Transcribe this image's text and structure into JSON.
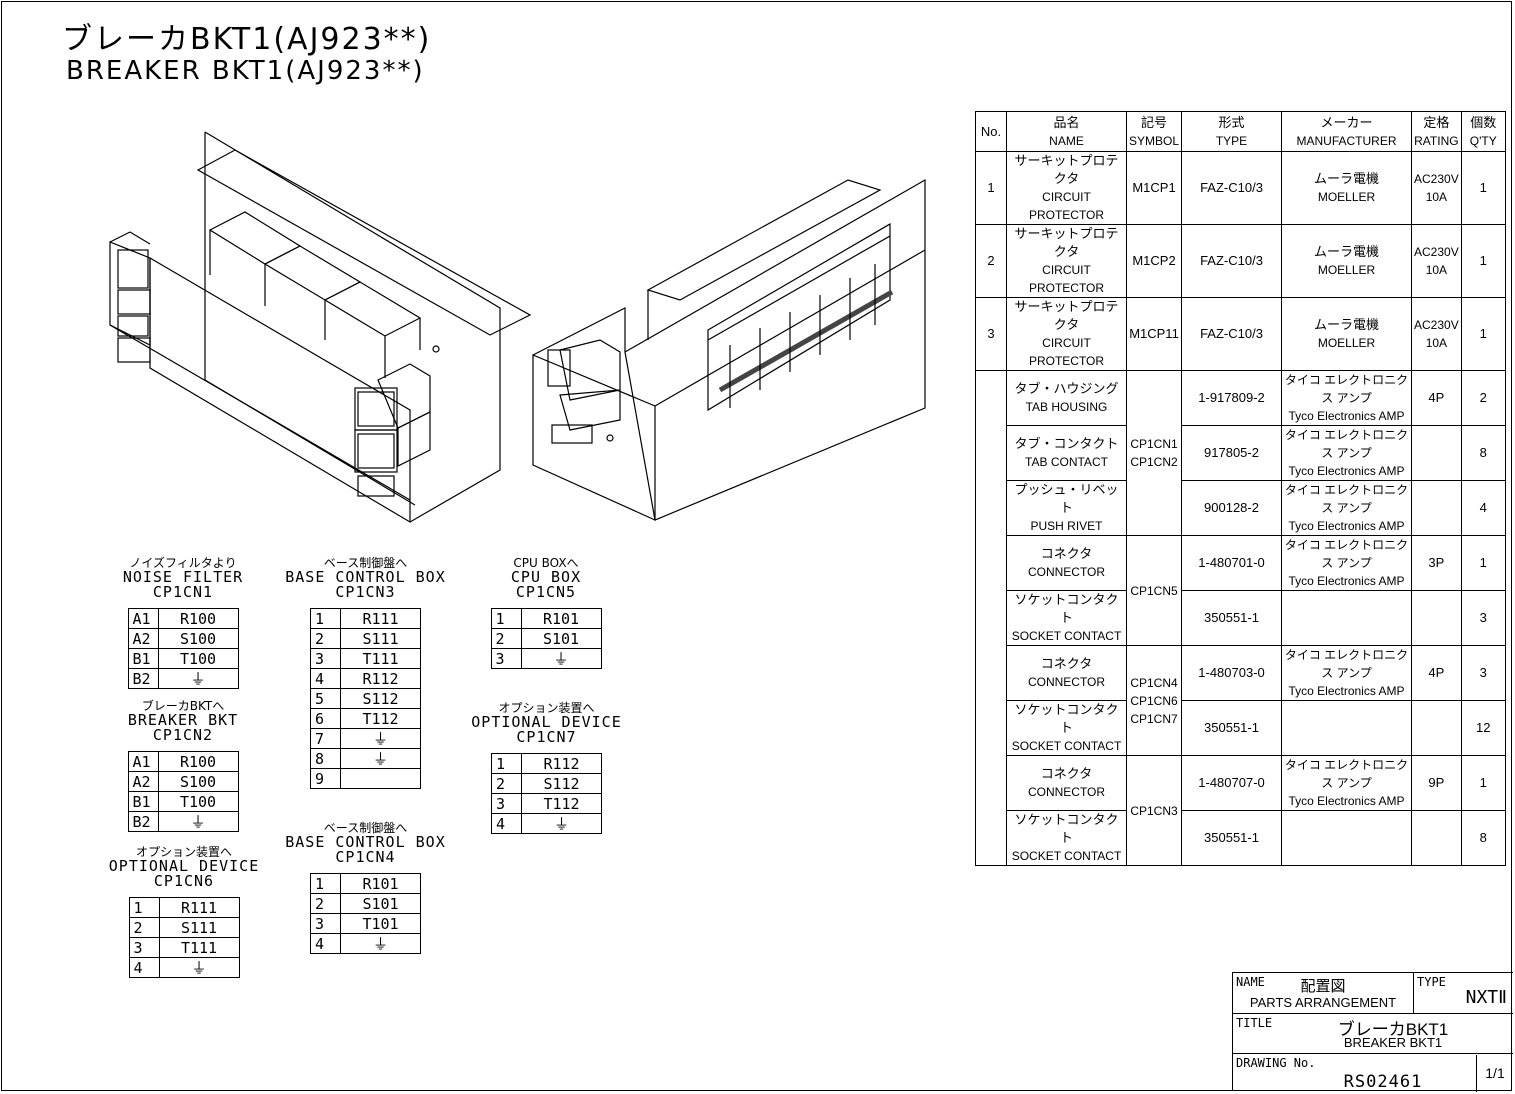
{
  "title": {
    "jp": "ブレーカBKT1(AJ923**)",
    "en": "BREAKER BKT1(AJ923**)"
  },
  "parts_table": {
    "headers": {
      "no": "No.",
      "name_jp": "品名",
      "name_en": "NAME",
      "symbol_jp": "記号",
      "symbol_en": "SYMBOL",
      "type_jp": "形式",
      "type_en": "TYPE",
      "maker_jp": "メーカー",
      "maker_en": "MANUFACTURER",
      "rating_jp": "定格",
      "rating_en": "RATING",
      "qty_jp": "個数",
      "qty_en": "Q'TY"
    },
    "rows": [
      {
        "no": "1",
        "name_jp": "サーキットプロテクタ",
        "name_en": "CIRCUIT PROTECTOR",
        "symbol": "M1CP1",
        "type": "FAZ-C10/3",
        "maker_jp": "ムーラ電機",
        "maker_en": "MOELLER",
        "rating1": "AC230V",
        "rating2": "10A",
        "qty": "1"
      },
      {
        "no": "2",
        "name_jp": "サーキットプロテクタ",
        "name_en": "CIRCUIT PROTECTOR",
        "symbol": "M1CP2",
        "type": "FAZ-C10/3",
        "maker_jp": "ムーラ電機",
        "maker_en": "MOELLER",
        "rating1": "AC230V",
        "rating2": "10A",
        "qty": "1"
      },
      {
        "no": "3",
        "name_jp": "サーキットプロテクタ",
        "name_en": "CIRCUIT PROTECTOR",
        "symbol": "M1CP11",
        "type": "FAZ-C10/3",
        "maker_jp": "ムーラ電機",
        "maker_en": "MOELLER",
        "rating1": "AC230V",
        "rating2": "10A",
        "qty": "1"
      }
    ],
    "groups": [
      {
        "symbol": "CP1CN1 CP1CN2",
        "items": [
          {
            "name_jp": "タブ・ハウジング",
            "name_en": "TAB HOUSING",
            "type": "1-917809-2",
            "maker_jp": "タイコ エレクトロニクス アンプ",
            "maker_en": "Tyco Electronics AMP",
            "rating": "4P",
            "qty": "2"
          },
          {
            "name_jp": "タブ・コンタクト",
            "name_en": "TAB CONTACT",
            "type": "917805-2",
            "maker_jp": "タイコ エレクトロニクス アンプ",
            "maker_en": "Tyco Electronics AMP",
            "rating": "",
            "qty": "8"
          },
          {
            "name_jp": "プッシュ・リベット",
            "name_en": "PUSH RIVET",
            "type": "900128-2",
            "maker_jp": "タイコ エレクトロニクス アンプ",
            "maker_en": "Tyco Electronics AMP",
            "rating": "",
            "qty": "4"
          }
        ]
      },
      {
        "symbol": "CP1CN5",
        "items": [
          {
            "name_jp": "コネクタ",
            "name_en": "CONNECTOR",
            "type": "1-480701-0",
            "maker_jp": "タイコ エレクトロニクス アンプ",
            "maker_en": "Tyco Electronics AMP",
            "rating": "3P",
            "qty": "1"
          },
          {
            "name_jp": "ソケットコンタクト",
            "name_en": "SOCKET CONTACT",
            "type": "350551-1",
            "maker_jp": "",
            "maker_en": "",
            "rating": "",
            "qty": "3"
          }
        ]
      },
      {
        "symbol": "CP1CN4 CP1CN6 CP1CN7",
        "items": [
          {
            "name_jp": "コネクタ",
            "name_en": "CONNECTOR",
            "type": "1-480703-0",
            "maker_jp": "タイコ エレクトロニクス アンプ",
            "maker_en": "Tyco Electronics AMP",
            "rating": "4P",
            "qty": "3"
          },
          {
            "name_jp": "ソケットコンタクト",
            "name_en": "SOCKET CONTACT",
            "type": "350551-1",
            "maker_jp": "",
            "maker_en": "",
            "rating": "",
            "qty": "12"
          }
        ]
      },
      {
        "symbol": "CP1CN3",
        "items": [
          {
            "name_jp": "コネクタ",
            "name_en": "CONNECTOR",
            "type": "1-480707-0",
            "maker_jp": "タイコ エレクトロニクス アンプ",
            "maker_en": "Tyco Electronics AMP",
            "rating": "9P",
            "qty": "1"
          },
          {
            "name_jp": "ソケットコンタクト",
            "name_en": "SOCKET CONTACT",
            "type": "350551-1",
            "maker_jp": "",
            "maker_en": "",
            "rating": "",
            "qty": "8"
          }
        ]
      }
    ]
  },
  "connectors": {
    "cp1cn1": {
      "h1": "ノイズフィルタより",
      "h2": "NOISE FILTER",
      "h3": "CP1CN1",
      "pins": [
        [
          "A1",
          "R100"
        ],
        [
          "A2",
          "S100"
        ],
        [
          "B1",
          "T100"
        ],
        [
          "B2",
          "⏚"
        ]
      ]
    },
    "cp1cn2": {
      "h1": "ブレーカBKTへ",
      "h2": "BREAKER BKT",
      "h3": "CP1CN2",
      "pins": [
        [
          "A1",
          "R100"
        ],
        [
          "A2",
          "S100"
        ],
        [
          "B1",
          "T100"
        ],
        [
          "B2",
          "⏚"
        ]
      ]
    },
    "cp1cn6": {
      "h1": "オプション装置へ",
      "h2": "OPTIONAL DEVICE",
      "h3": "CP1CN6",
      "pins": [
        [
          "1",
          "R111"
        ],
        [
          "2",
          "S111"
        ],
        [
          "3",
          "T111"
        ],
        [
          "4",
          "⏚"
        ]
      ]
    },
    "cp1cn3": {
      "h1": "ベース制御盤へ",
      "h2": "BASE CONTROL BOX",
      "h3": "CP1CN3",
      "pins": [
        [
          "1",
          "R111"
        ],
        [
          "2",
          "S111"
        ],
        [
          "3",
          "T111"
        ],
        [
          "4",
          "R112"
        ],
        [
          "5",
          "S112"
        ],
        [
          "6",
          "T112"
        ],
        [
          "7",
          "⏚"
        ],
        [
          "8",
          "⏚"
        ],
        [
          "9",
          ""
        ]
      ]
    },
    "cp1cn4": {
      "h1": "ベース制御盤へ",
      "h2": "BASE CONTROL BOX",
      "h3": "CP1CN4",
      "pins": [
        [
          "1",
          "R101"
        ],
        [
          "2",
          "S101"
        ],
        [
          "3",
          "T101"
        ],
        [
          "4",
          "⏚"
        ]
      ]
    },
    "cp1cn5": {
      "h1": "CPU BOXへ",
      "h2": "CPU BOX",
      "h3": "CP1CN5",
      "pins": [
        [
          "1",
          "R101"
        ],
        [
          "2",
          "S101"
        ],
        [
          "3",
          "⏚"
        ]
      ]
    },
    "cp1cn7": {
      "h1": "オプション装置へ",
      "h2": "OPTIONAL DEVICE",
      "h3": "CP1CN7",
      "pins": [
        [
          "1",
          "R112"
        ],
        [
          "2",
          "S112"
        ],
        [
          "3",
          "T112"
        ],
        [
          "4",
          "⏚"
        ]
      ]
    }
  },
  "title_block": {
    "name_label": "NAME",
    "name_jp": "配置図",
    "name_en": "PARTS ARRANGEMENT",
    "type_label": "TYPE",
    "type_value": "NXTⅡ",
    "title_label": "TITLE",
    "title_jp": "ブレーカBKT1",
    "title_en": "BREAKER BKT1",
    "drawing_label": "DRAWING No.",
    "drawing_no": "RS02461",
    "sheet": "1/1"
  }
}
